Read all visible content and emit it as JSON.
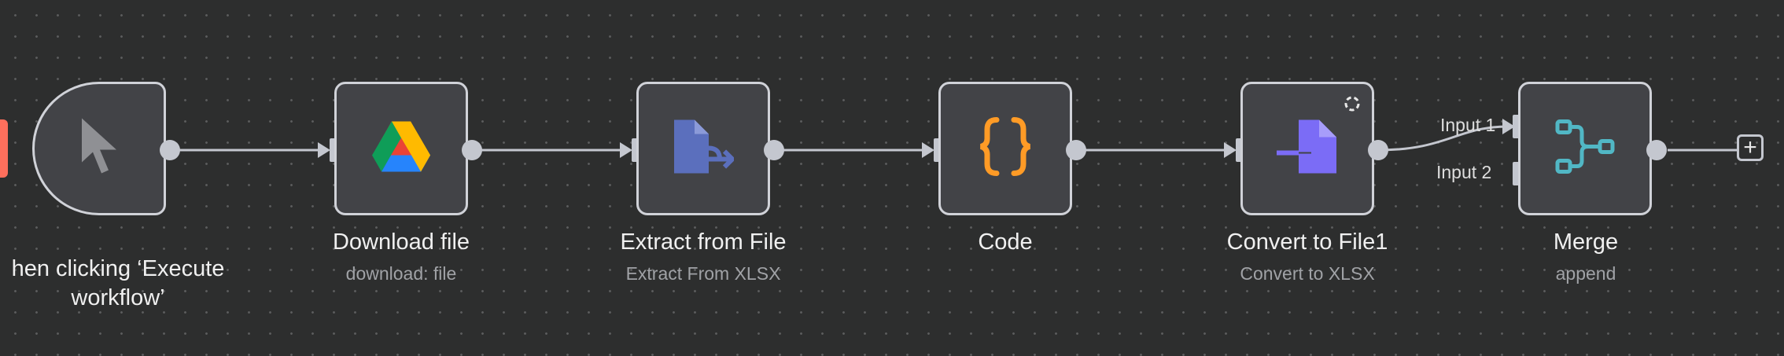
{
  "nodes": [
    {
      "id": "trigger",
      "label": "hen clicking ‘Execute\nworkflow’",
      "sublabel": "",
      "icon": "cursor-icon"
    },
    {
      "id": "download-file",
      "label": "Download file",
      "sublabel": "download: file",
      "icon": "google-drive-icon"
    },
    {
      "id": "extract-from-file",
      "label": "Extract from File",
      "sublabel": "Extract From XLSX",
      "icon": "extract-file-icon"
    },
    {
      "id": "code",
      "label": "Code",
      "sublabel": "",
      "icon": "code-braces-icon"
    },
    {
      "id": "convert-to-file",
      "label": "Convert to File1",
      "sublabel": "Convert to XLSX",
      "icon": "convert-file-icon"
    },
    {
      "id": "merge",
      "label": "Merge",
      "sublabel": "append",
      "icon": "merge-icon"
    }
  ],
  "merge_inputs": {
    "input1": "Input 1",
    "input2": "Input 2"
  },
  "add_button": {
    "symbol": "+"
  },
  "colors": {
    "canvas": "#2d2e2e",
    "node_fill": "#424347",
    "node_border": "#d0d2d8",
    "connector": "#c4c7cf",
    "cursor": "#8f9094",
    "extract": "#5b6fbd",
    "code": "#ff9b26",
    "convert": "#7b6cf6",
    "merge": "#51b7c5",
    "trigger_tag": "#ff6f5c"
  }
}
